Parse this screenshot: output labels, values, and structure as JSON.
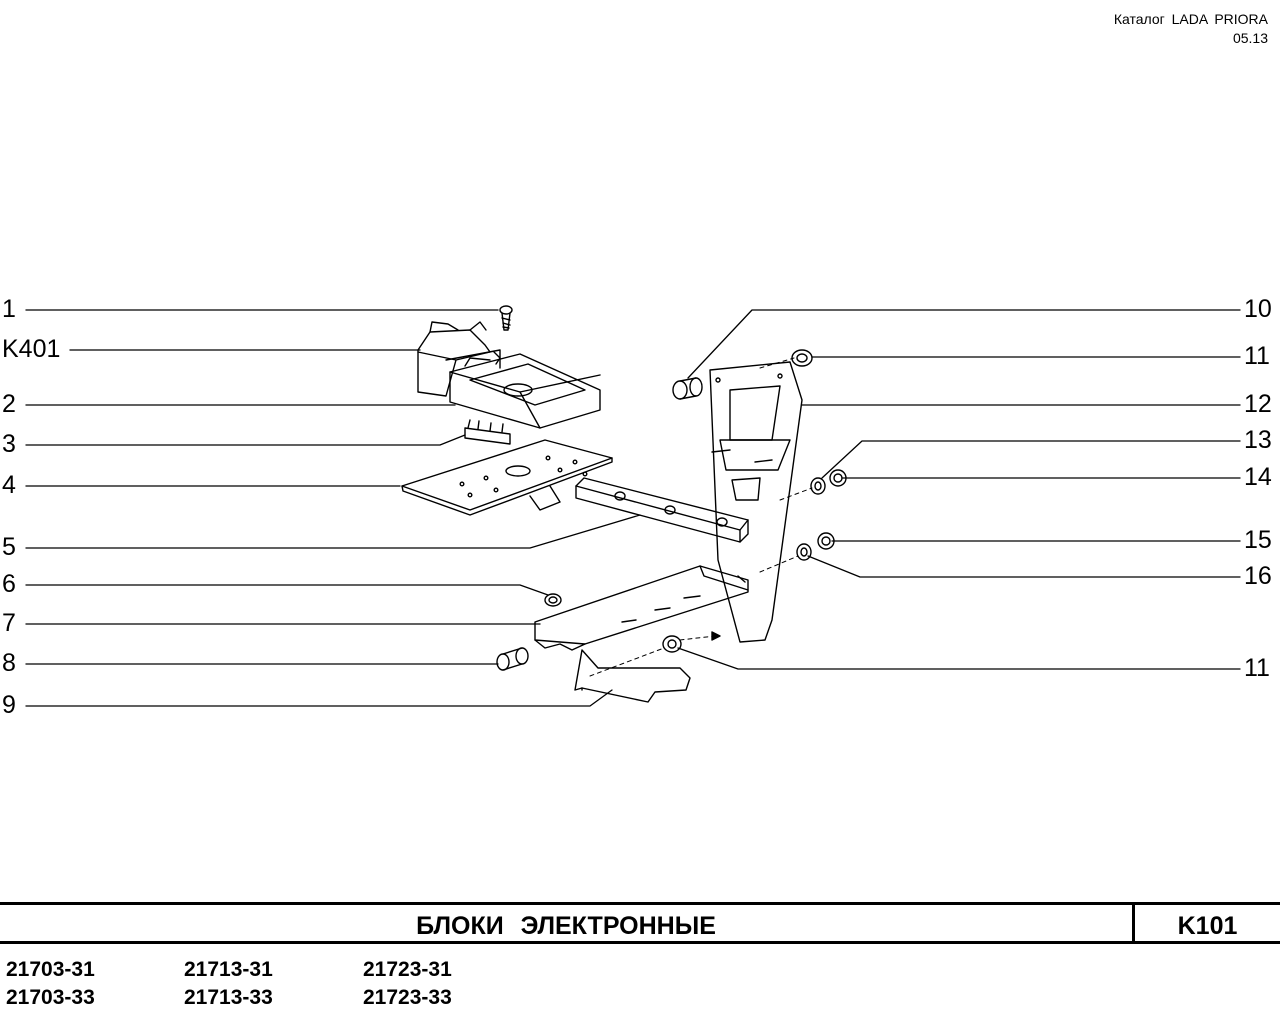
{
  "header": {
    "catalog": "Каталог  LADA  PRIORA",
    "date": "05.13"
  },
  "callouts_left": [
    "1",
    "K401",
    "2",
    "3",
    "4",
    "5",
    "6",
    "7",
    "8",
    "9"
  ],
  "callouts_right": [
    "10",
    "11",
    "12",
    "13",
    "14",
    "15",
    "16",
    "11"
  ],
  "footer": {
    "title": "БЛОКИ   ЭЛЕКТРОННЫЕ",
    "code": "K101",
    "models": [
      [
        "21703-31",
        "21713-31",
        "21723-31"
      ],
      [
        "21703-33",
        "21713-33",
        "21723-33"
      ]
    ]
  }
}
